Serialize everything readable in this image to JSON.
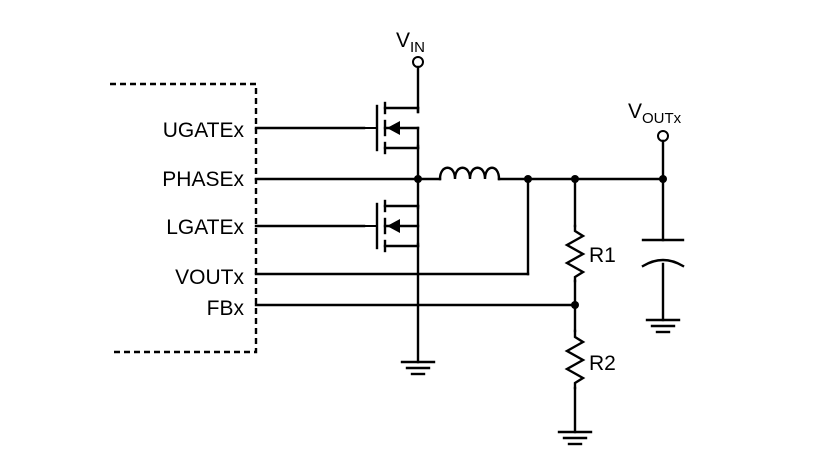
{
  "pins": {
    "ugate": "UGATEx",
    "phase": "PHASEx",
    "lgate": "LGATEx",
    "vout": "VOUTx",
    "fb": "FBx"
  },
  "rails": {
    "vin_main": "V",
    "vin_sub": "IN",
    "vout_main": "V",
    "vout_sub": "OUTx"
  },
  "components": {
    "r1": "R1",
    "r2": "R2"
  }
}
